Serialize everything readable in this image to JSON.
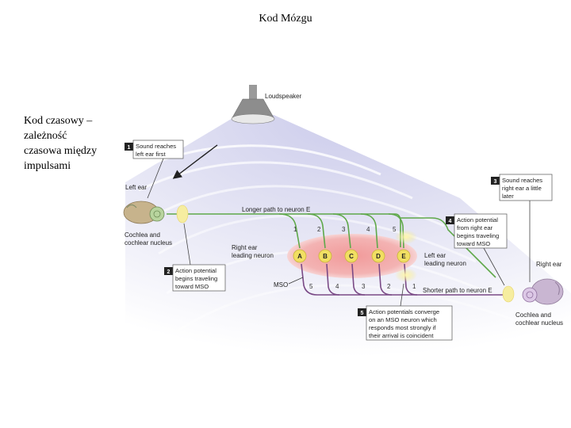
{
  "slide": {
    "title": "Kod Mózgu",
    "caption_lines": [
      "Kod czasowy –",
      "zależność",
      "czasowa między",
      "impulsami"
    ]
  },
  "figure": {
    "loudspeaker": "Loudspeaker",
    "left_ear": "Left ear",
    "right_ear": "Right ear",
    "cochlea_left": [
      "Cochlea and",
      "cochlear nucleus"
    ],
    "cochlea_right": [
      "Cochlea and",
      "cochlear nucleus"
    ],
    "longer_path": "Longer path to neuron E",
    "shorter_path": "Shorter path to neuron E",
    "right_ear_leading": [
      "Right ear",
      "leading neuron"
    ],
    "left_ear_leading": [
      "Left ear",
      "leading neuron"
    ],
    "mso": "MSO",
    "neurons": [
      "A",
      "B",
      "C",
      "D",
      "E"
    ],
    "top_numbers": [
      "1",
      "2",
      "3",
      "4",
      "5"
    ],
    "bottom_numbers": [
      "5",
      "4",
      "3",
      "2",
      "1"
    ],
    "steps": [
      {
        "num": "1",
        "lines": [
          "Sound reaches",
          "left ear first"
        ]
      },
      {
        "num": "2",
        "lines": [
          "Action potential",
          "begins traveling",
          "toward MSO"
        ]
      },
      {
        "num": "3",
        "lines": [
          "Sound reaches",
          "right ear a little",
          "later"
        ]
      },
      {
        "num": "4",
        "lines": [
          "Action potential",
          "from right ear",
          "begins traveling",
          "toward MSO"
        ]
      },
      {
        "num": "5",
        "lines": [
          "Action potentials converge",
          "on an MSO neuron which",
          "responds most strongly if",
          "their arrival is coincident"
        ]
      }
    ],
    "colors": {
      "green_path": "#5fa84a",
      "purple_path": "#7a4a86",
      "mso_pink": "#ef9d9d",
      "neuron_yellow": "#f1df62"
    }
  }
}
